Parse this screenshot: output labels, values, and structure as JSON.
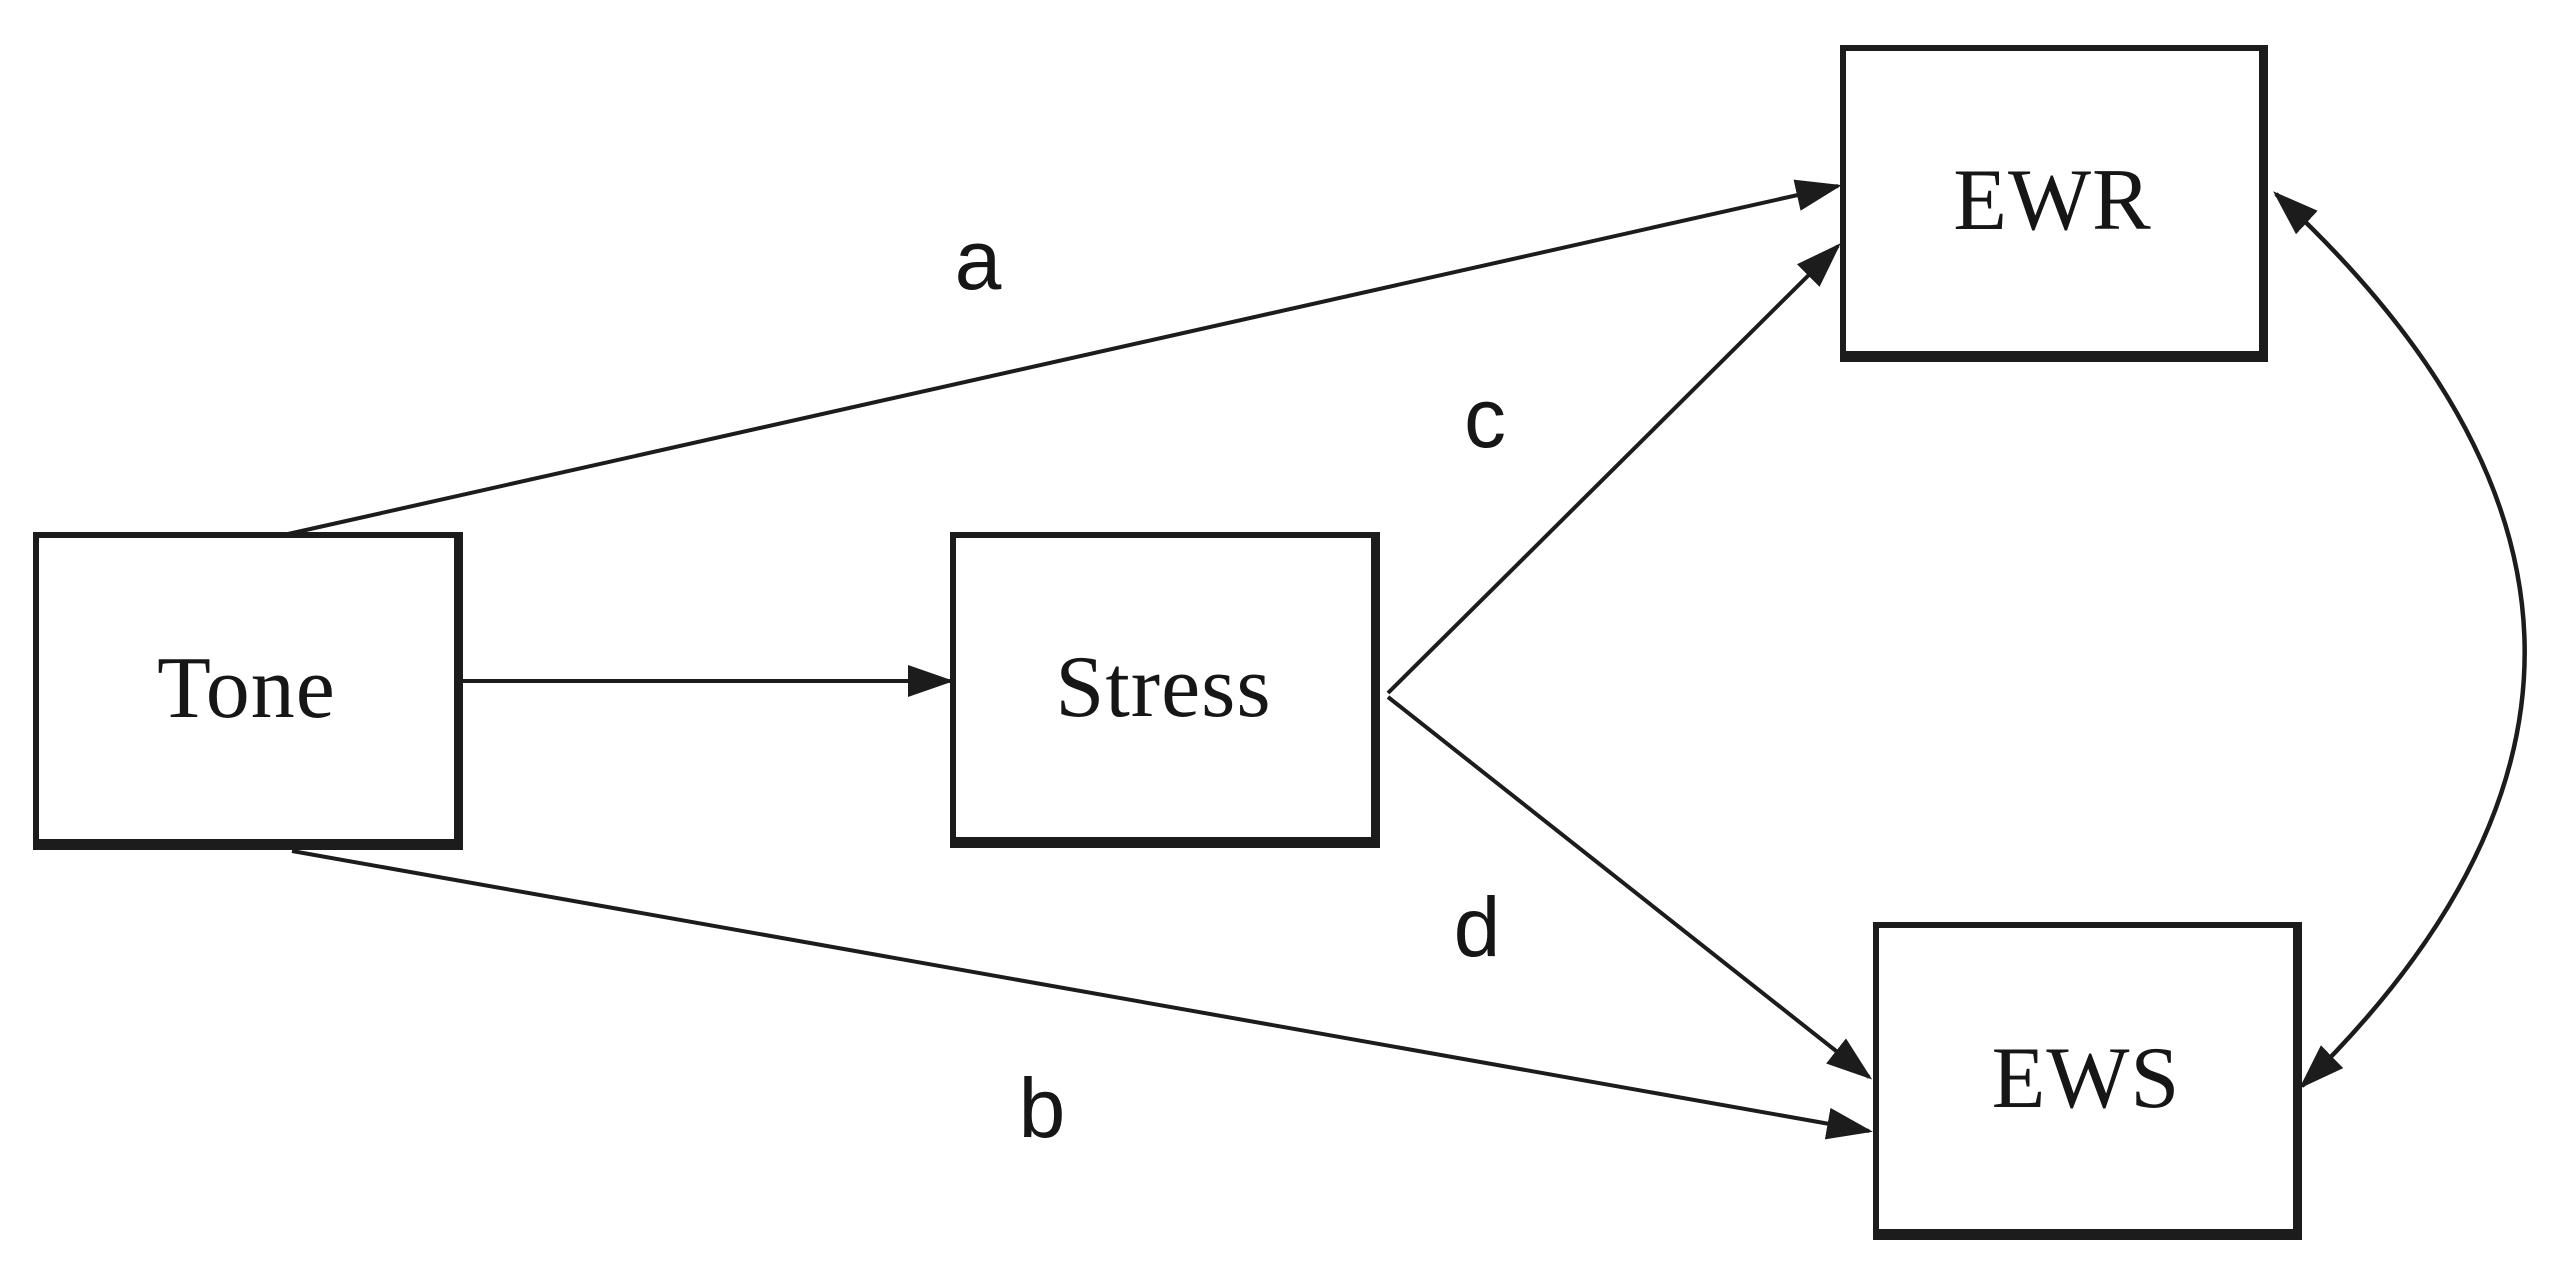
{
  "diagram": {
    "type": "path-model-diagram",
    "colors": {
      "line": "#1c1c1c",
      "background": "#ffffff",
      "text": "#161616"
    },
    "boxes": [
      {
        "id": "tone",
        "label": "Tone"
      },
      {
        "id": "stress",
        "label": "Stress"
      },
      {
        "id": "ewr",
        "label": "EWR"
      },
      {
        "id": "ews",
        "label": "EWS"
      }
    ],
    "path_labels": [
      {
        "id": "a",
        "label": "a"
      },
      {
        "id": "b",
        "label": "b"
      },
      {
        "id": "c",
        "label": "c"
      },
      {
        "id": "d",
        "label": "d"
      }
    ],
    "arrows": [
      {
        "id": "a",
        "from": "Tone",
        "to": "EWR",
        "label": "a",
        "style": "straight"
      },
      {
        "id": "b",
        "from": "Tone",
        "to": "EWS",
        "label": "b",
        "style": "straight"
      },
      {
        "id": "tone-stress",
        "from": "Tone",
        "to": "Stress",
        "label": "",
        "style": "straight"
      },
      {
        "id": "c",
        "from": "Stress",
        "to": "EWR",
        "label": "c",
        "style": "straight"
      },
      {
        "id": "d",
        "from": "Stress",
        "to": "EWS",
        "label": "d",
        "style": "straight"
      },
      {
        "id": "ewr-ews-covariance",
        "from": "EWR",
        "to": "EWS",
        "label": "",
        "style": "curved-double-headed"
      }
    ]
  }
}
